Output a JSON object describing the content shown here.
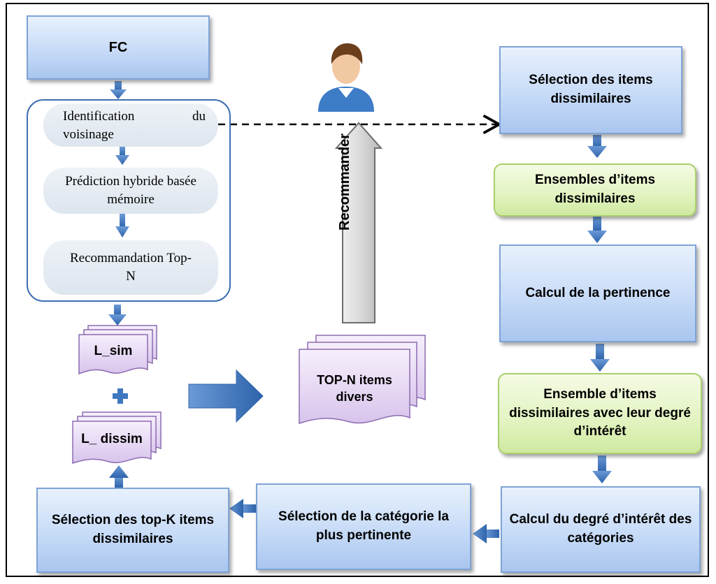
{
  "colors": {
    "arrow_blue": "#3f78bf",
    "box_blue": "#c7dbf7",
    "box_green": "#e2f3c0",
    "doc_purple": "#e3d3f1",
    "group_border": "#3d6fb0"
  },
  "nodes": {
    "fc": "FC",
    "identification_left": "Identification",
    "identification_right": "du",
    "identification_line2": "voisinage",
    "prediction": "Prédiction hybride basée mémoire",
    "recommandation_topn": "Recommandation Top-N",
    "l_sim": "L_sim",
    "plus": "+",
    "l_dissim": "L_ dissim",
    "top_n_items": "TOP-N items divers",
    "recommander": "Recommander",
    "selection_items_dissimilaires": "Sélection des items dissimilaires",
    "ensembles_items_dissimilaires": "Ensembles d’items dissimilaires",
    "calcul_pertinence": "Calcul de la pertinence",
    "ensemble_interet": "Ensemble d’items dissimilaires avec leur degré d’intérêt",
    "calcul_degre_categories": "Calcul du degré d’intérêt des catégories",
    "selection_categorie": "Sélection de la catégorie la plus pertinente",
    "selection_top_k": "Sélection des top-K items  dissimilaires"
  },
  "icons": {
    "user": "user-avatar-icon"
  }
}
